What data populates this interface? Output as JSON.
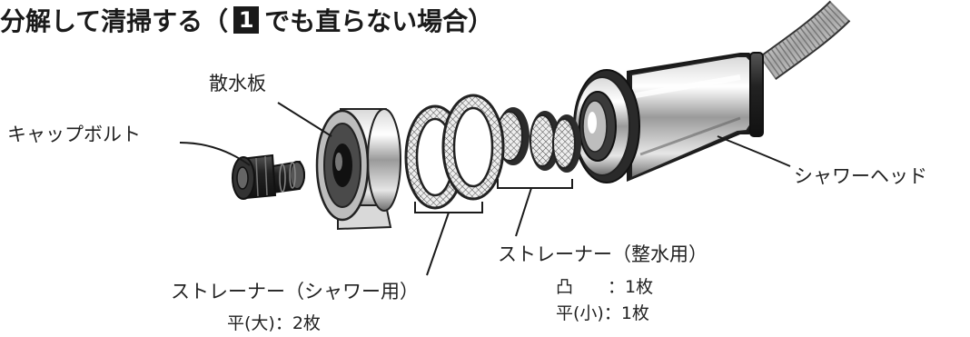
{
  "heading": {
    "prefix": "分解して清掃する（",
    "step_number": "1",
    "suffix": "でも直らない場合）"
  },
  "labels": {
    "spray_plate": "散水板",
    "cap_bolt": "キャップボルト",
    "shower_head": "シャワーヘッド",
    "strainer_straighten": "ストレーナー（整水用）",
    "strainer_shower": "ストレーナー（シャワー用）"
  },
  "specs": {
    "convex": "凸　　：1枚",
    "flat_small": "平(小)：1枚",
    "flat_large": "平(大)：2枚"
  }
}
